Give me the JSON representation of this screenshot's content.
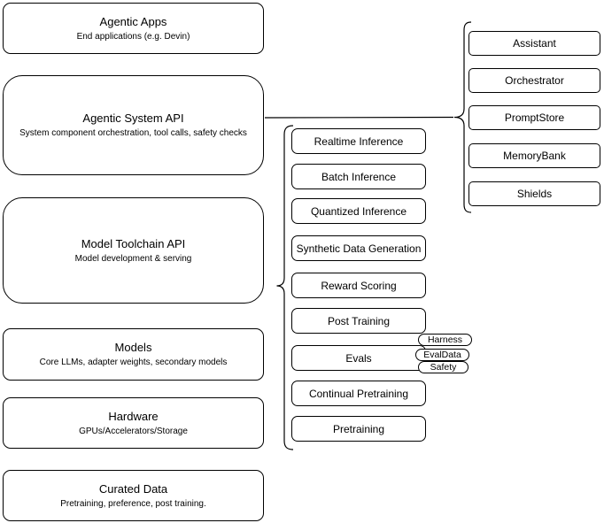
{
  "diagram": {
    "background_color": "#ffffff",
    "stroke_color": "#000000",
    "text_color": "#000000",
    "left_stack": [
      {
        "title": "Agentic Apps",
        "subtitle": "End applications (e.g. Devin)"
      },
      {
        "title": "Agentic System API",
        "subtitle": "System component orchestration, tool calls, safety checks"
      },
      {
        "title": "Model Toolchain API",
        "subtitle": "Model development & serving"
      },
      {
        "title": "Models",
        "subtitle": "Core LLMs, adapter weights, secondary models"
      },
      {
        "title": "Hardware",
        "subtitle": "GPUs/Accelerators/Storage"
      },
      {
        "title": "Curated Data",
        "subtitle": "Pretraining, preference, post training."
      }
    ],
    "toolchain_items": [
      {
        "label": "Realtime Inference"
      },
      {
        "label": "Batch Inference"
      },
      {
        "label": "Quantized Inference"
      },
      {
        "label": "Synthetic Data Generation"
      },
      {
        "label": "Reward Scoring"
      },
      {
        "label": "Post Training"
      },
      {
        "label": "Evals"
      },
      {
        "label": "Continual Pretraining"
      },
      {
        "label": "Pretraining"
      }
    ],
    "evals_tags": [
      {
        "label": "Harness"
      },
      {
        "label": "EvalData"
      },
      {
        "label": "Safety"
      }
    ],
    "system_components": [
      {
        "label": "Assistant"
      },
      {
        "label": "Orchestrator"
      },
      {
        "label": "PromptStore"
      },
      {
        "label": "MemoryBank"
      },
      {
        "label": "Shields"
      }
    ]
  }
}
